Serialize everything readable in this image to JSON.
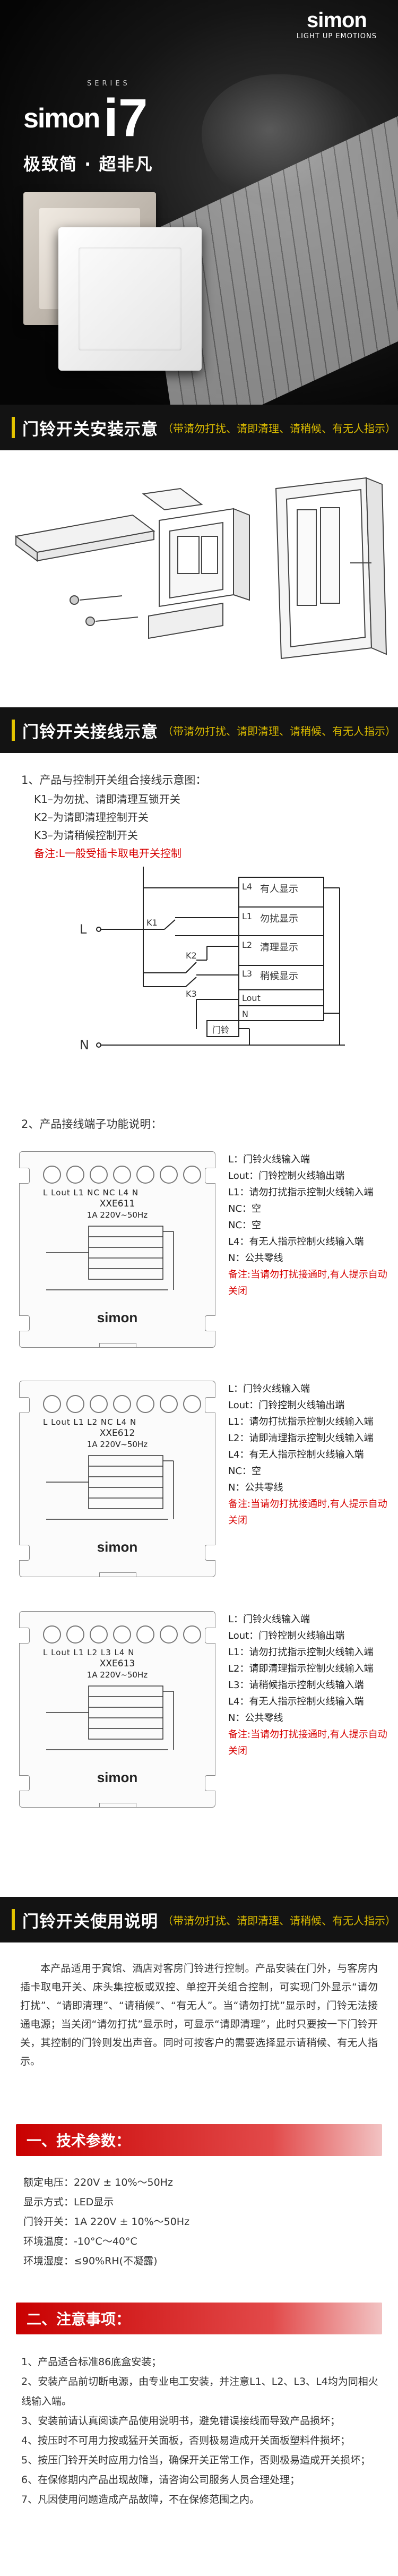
{
  "hero": {
    "brand_logo": "simon",
    "brand_tagline": "LIGHT UP EMOTIONS",
    "series_word": "SERIES",
    "series_brand": "simon",
    "series_model": "i7",
    "slogan": "极致简 · 超非凡"
  },
  "section1": {
    "title": "门铃开关安装示意",
    "subtitle": "（带请勿打扰、请即清理、请稍候、有无人指示）"
  },
  "section2": {
    "title": "门铃开关接线示意",
    "subtitle": "（带请勿打扰、请即清理、请稍候、有无人指示）",
    "item1_title": "1、产品与控制开关组合接线示意图：",
    "k1": "K1–为勿扰、请即清理互锁开关",
    "k2": "K2–为请即清理控制开关",
    "k3": "K3–为请稍候控制开关",
    "note": "备注:L一般受插卡取电开关控制",
    "diagram": {
      "L": "L",
      "N": "N",
      "K1": "K1",
      "K2": "K2",
      "K3": "K3",
      "terminals": [
        "L4",
        "L1",
        "L2",
        "L3"
      ],
      "indicators": [
        "有人显示",
        "勿扰显示",
        "清理显示",
        "稍候显示"
      ],
      "lout": "Lout",
      "doorbell": "门铃",
      "n_term": "N"
    },
    "item2_title": "2、产品接线端子功能说明："
  },
  "panels": [
    {
      "terminals": "L  Lout L1  NC  NC  L4   N",
      "model": "XXE611",
      "rating": "1A  220V~50Hz",
      "logo": "simon",
      "desc": [
        {
          "k": "L：",
          "v": "门铃火线输入端"
        },
        {
          "k": "Lout：",
          "v": "门铃控制火线输出端"
        },
        {
          "k": "L1：",
          "v": "请勿打扰指示控制火线输入端"
        },
        {
          "k": "NC：",
          "v": "空"
        },
        {
          "k": "NC：",
          "v": "空"
        },
        {
          "k": "L4：",
          "v": "有无人指示控制火线输入端"
        },
        {
          "k": "N：",
          "v": "公共零线"
        }
      ],
      "note": "备注:当请勿打扰接通时,有人提示自动关闭"
    },
    {
      "terminals": "L  Lout L1  L2  NC  L4   N",
      "model": "XXE612",
      "rating": "1A  220V~50Hz",
      "logo": "simon",
      "desc": [
        {
          "k": "L：",
          "v": "门铃火线输入端"
        },
        {
          "k": "Lout：",
          "v": "门铃控制火线输出端"
        },
        {
          "k": "L1：",
          "v": "请勿打扰指示控制火线输入端"
        },
        {
          "k": "L2：",
          "v": "请即清理指示控制火线输入端"
        },
        {
          "k": "L4：",
          "v": "有无人指示控制火线输入端"
        },
        {
          "k": "NC：",
          "v": "空"
        },
        {
          "k": "N：",
          "v": "公共零线"
        }
      ],
      "note": "备注:当请勿打扰接通时,有人提示自动关闭"
    },
    {
      "terminals": "L  Lout L1  L2  L3  L4   N",
      "model": "XXE613",
      "rating": "1A  220V~50Hz",
      "logo": "simon",
      "desc": [
        {
          "k": "L：",
          "v": "门铃火线输入端"
        },
        {
          "k": "Lout：",
          "v": "门铃控制火线输出端"
        },
        {
          "k": "L1：",
          "v": "请勿打扰指示控制火线输入端"
        },
        {
          "k": "L2：",
          "v": "请即清理指示控制火线输入端"
        },
        {
          "k": "L3：",
          "v": "请稍候指示控制火线输入端"
        },
        {
          "k": "L4：",
          "v": "有无人指示控制火线输入端"
        },
        {
          "k": "N：",
          "v": "公共零线"
        }
      ],
      "note": "备注:当请勿打扰接通时,有人提示自动关闭"
    }
  ],
  "section3": {
    "title": "门铃开关使用说明",
    "subtitle": "（带请勿打扰、请即清理、请稍候、有无人指示）",
    "paragraph": "本产品适用于宾馆、酒店对客房门铃进行控制。产品安装在门外，与客房内插卡取电开关、床头集控板或双控、单控开关组合控制，可实现门外显示“请勿打扰”、“请即清理”、“请稍候”、“有无人”。当“请勿打扰”显示时，门铃无法接通电源；当关闭“请勿打扰”显示时，可显示“请即清理”，此时只要按一下门铃开关，其控制的门铃则发出声音。同时可按客户的需要选择显示请稍候、有无人指示。"
  },
  "tech": {
    "heading": "一、技术参数：",
    "rows": [
      {
        "k": "额定电压：",
        "v": "220V ± 10%～50Hz"
      },
      {
        "k": "显示方式：",
        "v": "LED显示"
      },
      {
        "k": "门铃开关：",
        "v": "1A   220V ± 10%～50Hz"
      },
      {
        "k": "环境温度：",
        "v": "-10°C～40°C"
      },
      {
        "k": "环境湿度：",
        "v": "≤90%RH(不凝露)"
      }
    ]
  },
  "notes": {
    "heading": "二、注意事项：",
    "items": [
      "1、产品适合标准86底盒安装；",
      "2、安装产品前切断电源，由专业电工安装，并注意L1、L2、L3、L4均为同相火线输入端。",
      "3、安装前请认真阅读产品使用说明书，避免错误接线而导致产品损坏；",
      "4、按压时不可用力按或猛开关面板，否则极易造成开关面板塑料件损坏；",
      "5、按压门铃开关时应用力恰当，确保开关正常工作，否则极易造成开关损坏；",
      "6、在保修期内产品出现故障，请咨询公司服务人员合理处理；",
      "7、凡因使用问题造成产品故障，不在保修范围之内。"
    ]
  }
}
